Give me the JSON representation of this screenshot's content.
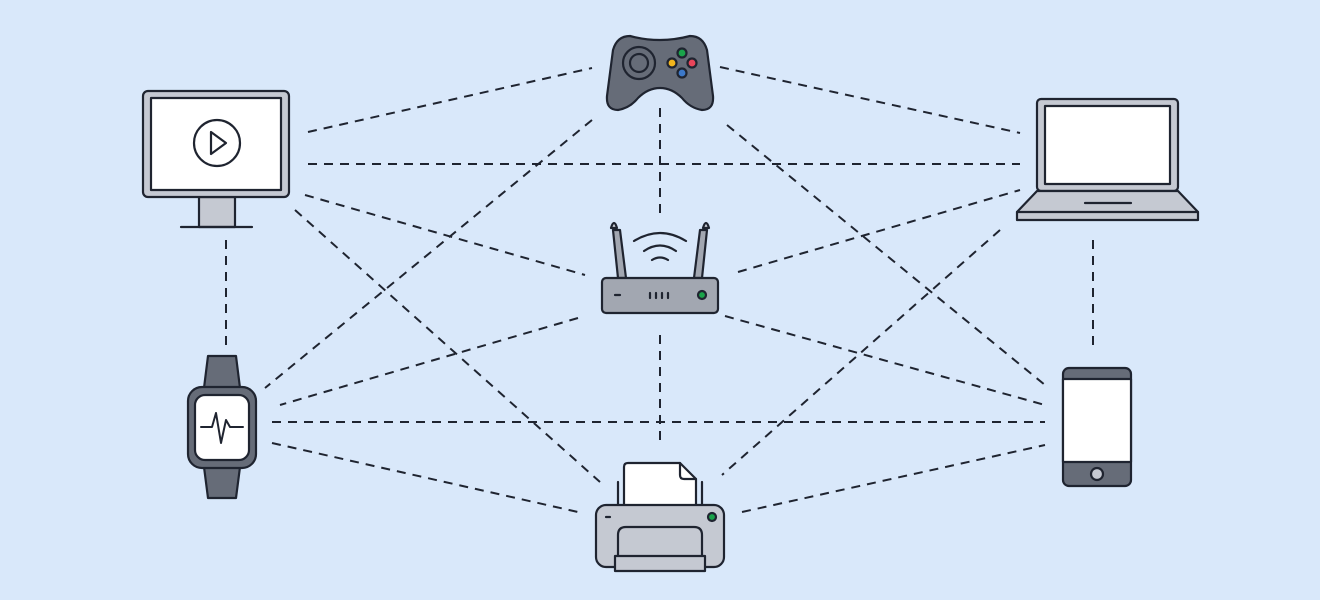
{
  "colors": {
    "background": "#d9e8fa",
    "stroke": "#1f2430",
    "dark_fill": "#666c78",
    "light_fill": "#c5c9d2",
    "screen": "#ffffff",
    "green_led": "#1aa34a",
    "button_yellow": "#f2b51d",
    "button_red": "#e8455a",
    "button_blue": "#3c78c8",
    "button_green": "#1aa34a"
  },
  "devices": [
    "monitor-icon",
    "game-controller-icon",
    "laptop-icon",
    "wifi-router-icon",
    "smartwatch-icon",
    "smartphone-icon",
    "printer-icon"
  ],
  "connections": [
    [
      "monitor",
      "controller"
    ],
    [
      "monitor",
      "laptop"
    ],
    [
      "monitor",
      "router"
    ],
    [
      "monitor",
      "printer"
    ],
    [
      "monitor",
      "watch"
    ],
    [
      "controller",
      "laptop"
    ],
    [
      "controller",
      "watch"
    ],
    [
      "controller",
      "router"
    ],
    [
      "controller",
      "phone"
    ],
    [
      "laptop",
      "router"
    ],
    [
      "laptop",
      "printer"
    ],
    [
      "laptop",
      "phone"
    ],
    [
      "router",
      "watch"
    ],
    [
      "router",
      "phone"
    ],
    [
      "router",
      "printer"
    ],
    [
      "watch",
      "phone"
    ],
    [
      "watch",
      "printer"
    ],
    [
      "printer",
      "phone"
    ]
  ]
}
